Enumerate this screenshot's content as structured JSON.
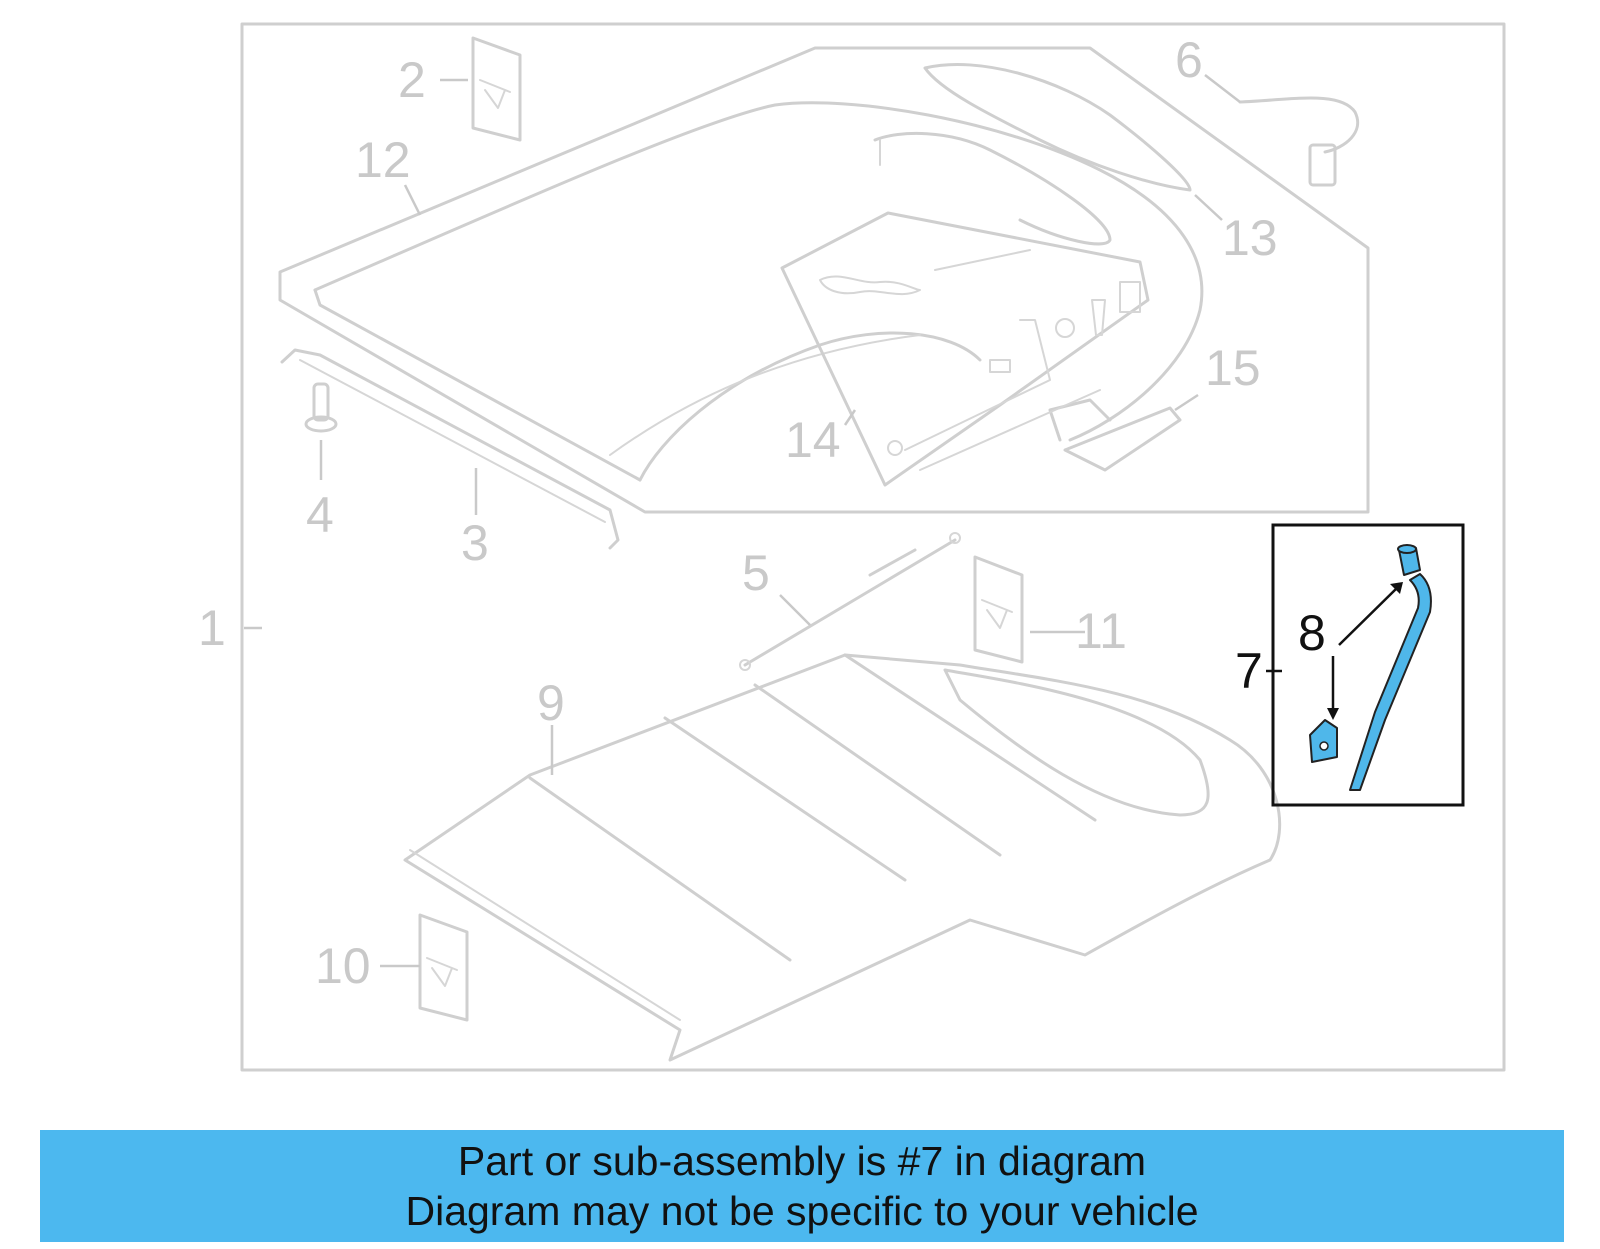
{
  "callouts": {
    "c1": "1",
    "c2": "2",
    "c3": "3",
    "c4": "4",
    "c5": "5",
    "c6": "6",
    "c7": "7",
    "c8": "8",
    "c9": "9",
    "c10": "10",
    "c11": "11",
    "c12": "12",
    "c13": "13",
    "c14": "14",
    "c15": "15"
  },
  "highlight_part": "7",
  "colors": {
    "highlight": "#4cb8ef",
    "linework": "#cfcfcf",
    "text_dark": "#111111"
  },
  "banner": {
    "line1": "Part or sub-assembly is #7 in diagram",
    "line2": "Diagram may not be specific to your vehicle"
  }
}
